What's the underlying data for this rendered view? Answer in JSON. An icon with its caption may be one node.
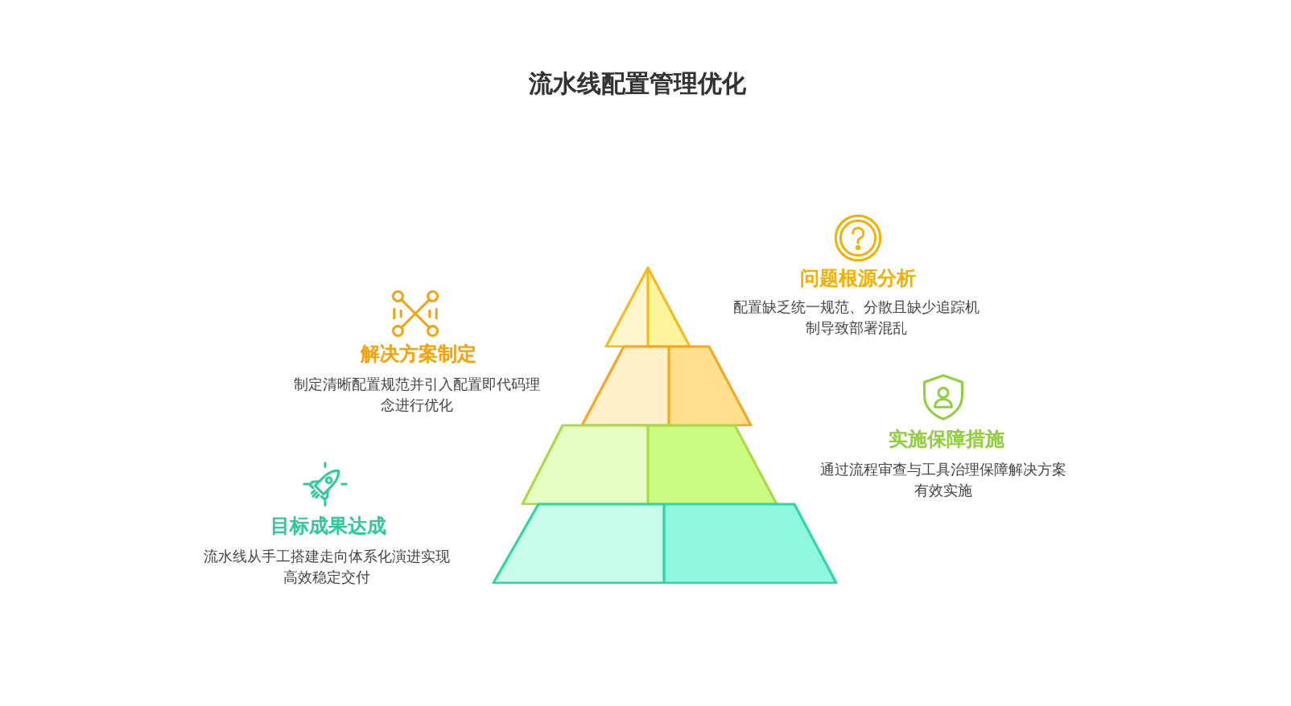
{
  "diagram": {
    "title": "流水线配置管理优化",
    "nodes": [
      {
        "text": [],
        "shape": "triangle",
        "beside": [
          "问题根源分析",
          "配置缺乏统一规范、分散且缺少追踪机制导致部署混乱"
        ]
      },
      {
        "text": [],
        "shape": "trapezoid",
        "beside": [
          "解决方案制定",
          "制定清晰配置规范并引入配置即代码理念进行优化"
        ]
      },
      {
        "text": [],
        "shape": "trapezoid",
        "beside": [
          "实施保障措施",
          "通过流程审查与工具治理保障解决方案有效实施"
        ]
      },
      {
        "text": [],
        "shape": "trapezoid",
        "beside": [
          "目标成果达成",
          "流水线从手工搭建走向体系化演进实现高效稳定交付"
        ]
      }
    ]
  }
}
